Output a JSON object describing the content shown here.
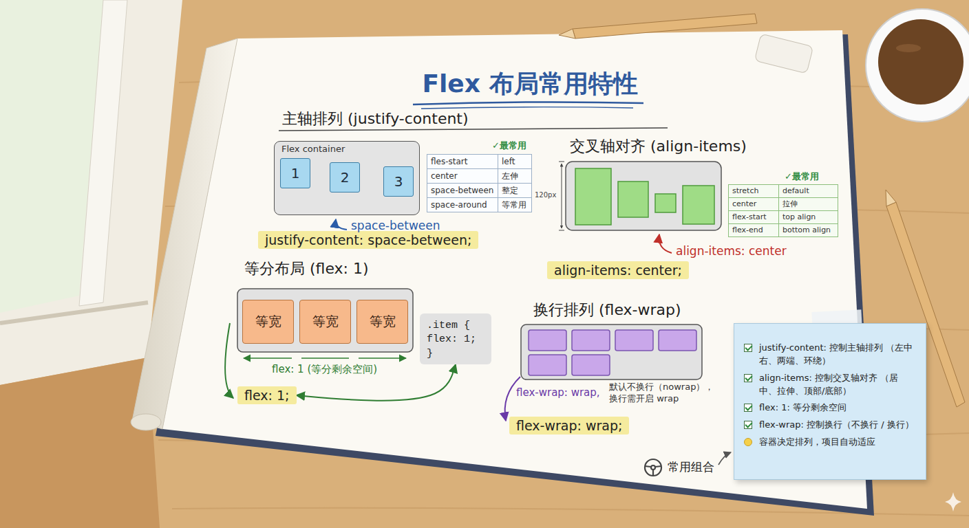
{
  "diagram": {
    "title": "Flex 布局常用特性",
    "nodes": [
      {
        "text": [
          "Flex container"
        ]
      },
      {
        "text": [
          "1"
        ],
        "in": 0
      },
      {
        "text": [
          "2"
        ],
        "in": 0
      },
      {
        "text": [
          "3"
        ],
        "in": 0
      },
      {
        "text": [
          "justify-content: space-between;"
        ]
      },
      {
        "text": [
          "align-items: center;"
        ]
      },
      {
        "text": [
          "等宽"
        ]
      },
      {
        "text": [
          "等宽"
        ]
      },
      {
        "text": [
          "等宽"
        ]
      },
      {
        "text": [
          ".item { flex: 1; }"
        ]
      },
      {
        "text": [
          "flex: 1;"
        ]
      },
      {
        "text": [
          "flex-wrap: wrap;"
        ]
      },
      {
        "text": [
          "justify-content: 控制主轴排列 （左中右、两端、环绕）",
          "align-items: 控制交叉轴对齐 （居中、拉伸、顶部/底部）",
          "flex: 1: 等分剩余空间",
          "flex-wrap: 控制换行（不换行 / 换行）",
          "容器决定排列，项目自动适应"
        ]
      }
    ],
    "edges": [
      {
        "from": 10,
        "to": 9,
        "arrow": "both"
      }
    ],
    "labels": [
      "主轴排列 (justify-content)",
      "✓最常用",
      "fles-start",
      "left",
      "center",
      "左伸",
      "space-between",
      "整定",
      "space-around",
      "等常用",
      "space-between",
      "交叉轴对齐 (align-items)",
      "120px",
      "✓最常用",
      "stretch",
      "default",
      "center",
      "拉伸",
      "flex-start",
      "top align",
      "flex-end",
      "bottom align",
      "align-items: center",
      "等分布局 (flex: 1)",
      "flex: 1 (等分剩余空间)",
      "换行排列 (flex-wrap)",
      "flex-wrap: wrap,",
      "默认不换行（nowrap），换行需开启 wrap",
      "常用组合"
    ]
  }
}
